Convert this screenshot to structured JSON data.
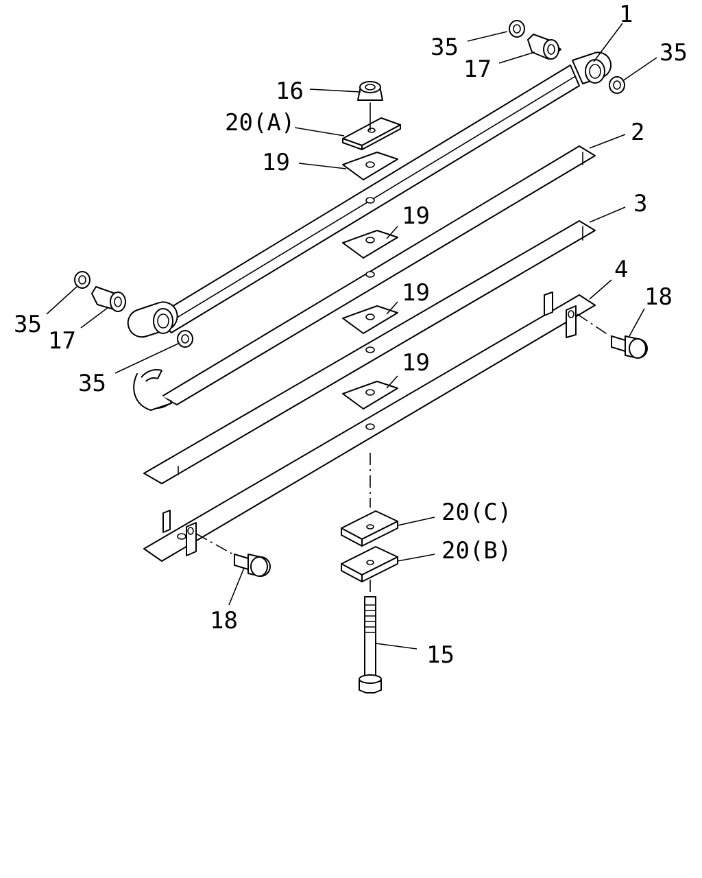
{
  "callouts": {
    "leaf1": "1",
    "leaf2": "2",
    "leaf3": "3",
    "leaf4": "4",
    "bolt15": "15",
    "nut16": "16",
    "bushing17_top": "17",
    "bushing17_left": "17",
    "bolt18_right": "18",
    "bolt18_left": "18",
    "pad19_top": "19",
    "pad19_a": "19",
    "pad19_b": "19",
    "pad19_c": "19",
    "plate20a": "20(A)",
    "plate20b": "20(B)",
    "plate20c": "20(C)",
    "washer35_top_left": "35",
    "washer35_top_right": "35",
    "washer35_left": "35",
    "washer35_left_lower": "35"
  },
  "colors": {
    "line": "#000000",
    "background": "#ffffff"
  }
}
